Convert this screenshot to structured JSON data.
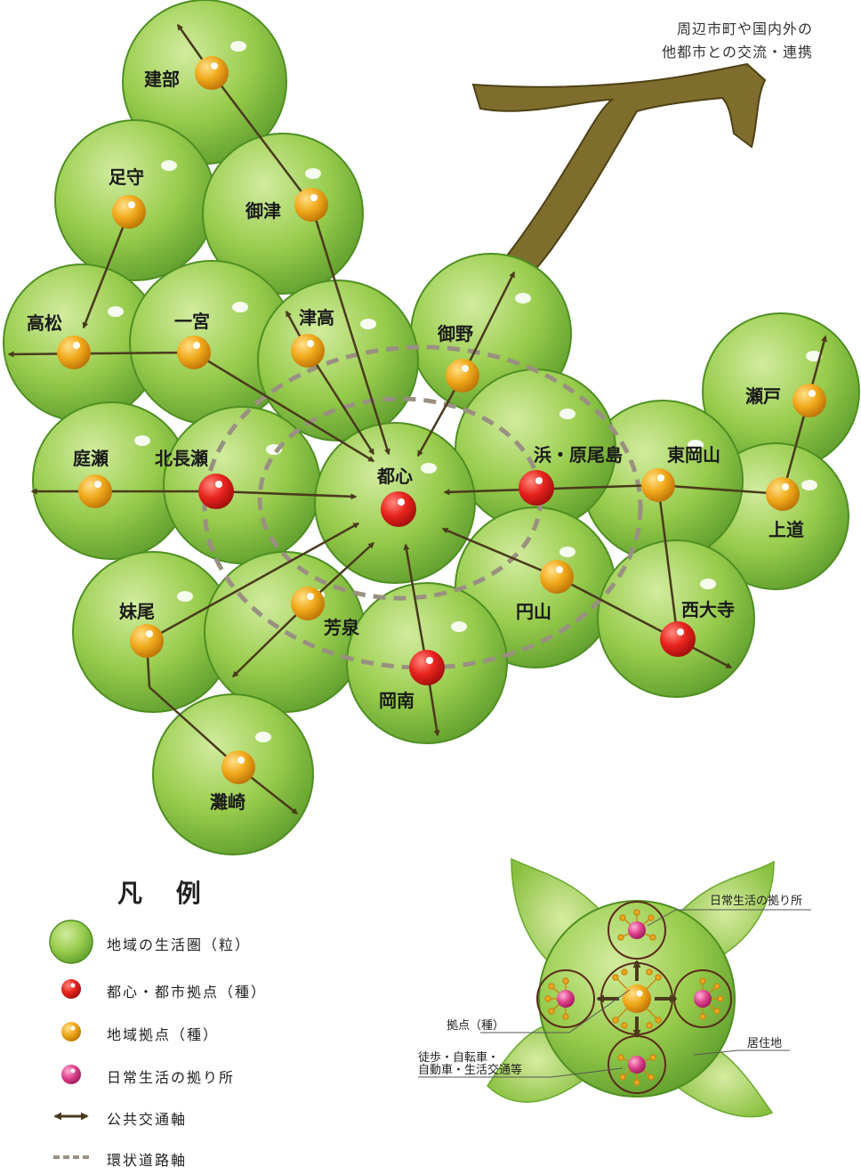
{
  "note": {
    "line1": "周辺市町や国内外の",
    "line2": "他都市との交流・連携"
  },
  "labels": {
    "kenbu": "建部",
    "ashimori": "足守",
    "mitsu": "御津",
    "takamatsu": "高松",
    "ichinomiya": "一宮",
    "tsudaka": "津高",
    "mino": "御野",
    "niwase": "庭瀬",
    "kitanagase": "北長瀬",
    "toshin": "都心",
    "hama": "浜・原尾島",
    "higashiokayama": "東岡山",
    "seto": "瀬戸",
    "joto": "上道",
    "senoo": "妹尾",
    "hoizumi": "芳泉",
    "enzan": "円山",
    "saidaiji": "西大寺",
    "konan": "岡南",
    "nadasaki": "灘崎"
  },
  "legend": {
    "title": "凡 例",
    "items": [
      {
        "label": "地域の生活圏（粒）"
      },
      {
        "label": "都心・都市拠点（種）"
      },
      {
        "label": "地域拠点（種）"
      },
      {
        "label": "日常生活の拠り所"
      },
      {
        "label": "公共交通軸"
      },
      {
        "label": "環状道路軸"
      }
    ]
  },
  "inset": {
    "daily_life": "日常生活の拠り所",
    "hub": "拠点（種）",
    "residence": "居住地",
    "transport_line1": "徒歩・自転車・",
    "transport_line2": "自動車・生活交通等"
  },
  "colors": {
    "grape_light": "#c6e48f",
    "grape_mid": "#8cc63f",
    "grape_dark": "#4f8f22",
    "city_hub": "#e8231e",
    "regional_hub": "#f0a91b",
    "daily_node": "#e0448f",
    "arrow": "#4a3a1c",
    "ring_road": "#9a9081",
    "stem": "#7a6a2a"
  }
}
